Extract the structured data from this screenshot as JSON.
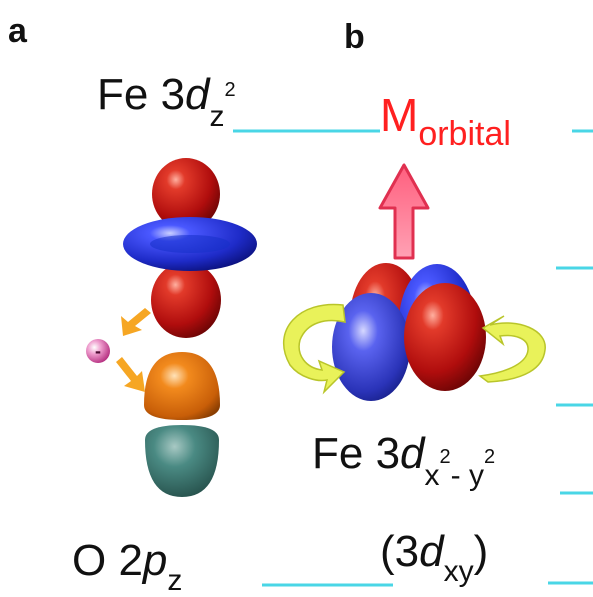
{
  "panel_labels": {
    "a": "a",
    "b": "b"
  },
  "top_orbital": {
    "prefix": "Fe 3",
    "italic": "d",
    "sub": "z",
    "sup": "2"
  },
  "moment": {
    "main": "M",
    "sub": "orbital"
  },
  "bottom_right_orbital": {
    "prefix": "Fe 3",
    "italic": "d",
    "sub": "x",
    "sup1": "2",
    "dash": "- y",
    "sup2": "2"
  },
  "alt_orbital": {
    "open": "(3",
    "italic": "d",
    "sub": "xy",
    "close": ")"
  },
  "bottom_left_orbital": {
    "prefix": "O 2",
    "italic": "p",
    "sub": "z"
  },
  "electron": {
    "symbol": "-"
  },
  "colors": {
    "text": "#111111",
    "moment_text": "#ff2020",
    "level_line": "#49d6e6",
    "lobe_red": "#c81414",
    "lobe_blue": "#1f2fd0",
    "lobe_orange": "#ea7a12",
    "lobe_teal": "#3f7d77",
    "arrow_pink": "#ff6f8c",
    "curl_yellow": "#e9f25a",
    "transfer_orange": "#f6a623",
    "electron_pink": "#d54a9a"
  }
}
